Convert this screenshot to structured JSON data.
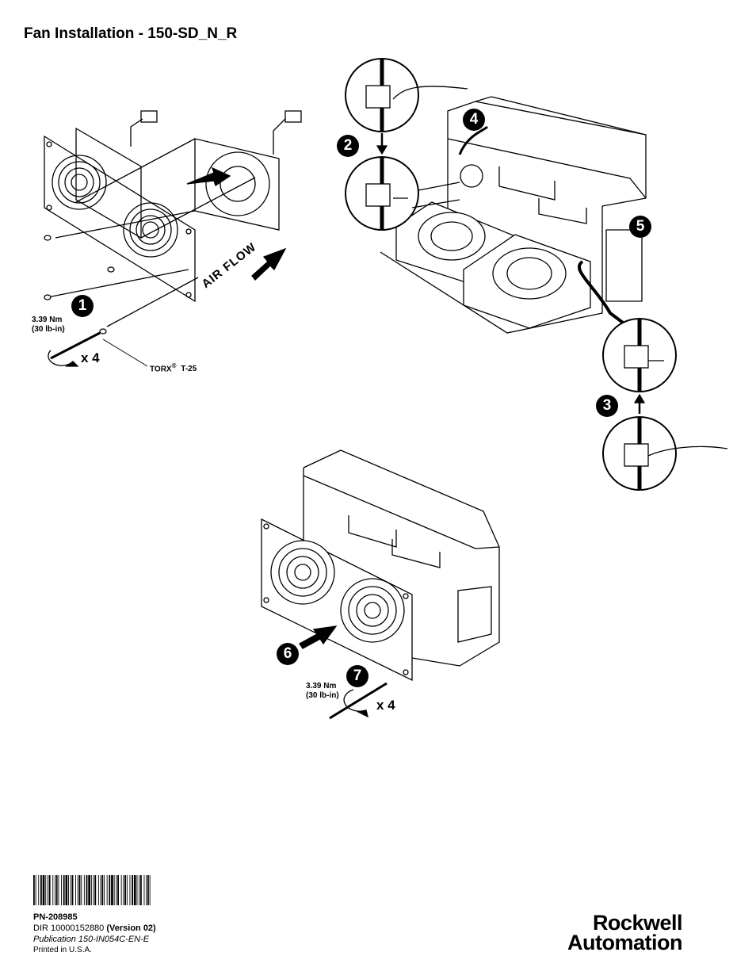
{
  "title": "Fan Installation - 150-SD_N_R",
  "steps": [
    "1",
    "2",
    "3",
    "4",
    "5",
    "6",
    "7"
  ],
  "torque_label_1": "3.39 Nm",
  "torque_label_2": "(30 lb-in)",
  "quantity": "x 4",
  "torx": "TORX",
  "registered": "®",
  "torx_size": "T-25",
  "airflow": "AIR FLOW",
  "footer": {
    "pn": "PN-208985",
    "dir": "DIR 10000152880",
    "version": "(Version 02)",
    "publication": "Publication 150-IN054C-EN-E",
    "printed": "Printed in U.S.A."
  },
  "logo": {
    "line1": "Rockwell",
    "line2": "Automation"
  }
}
